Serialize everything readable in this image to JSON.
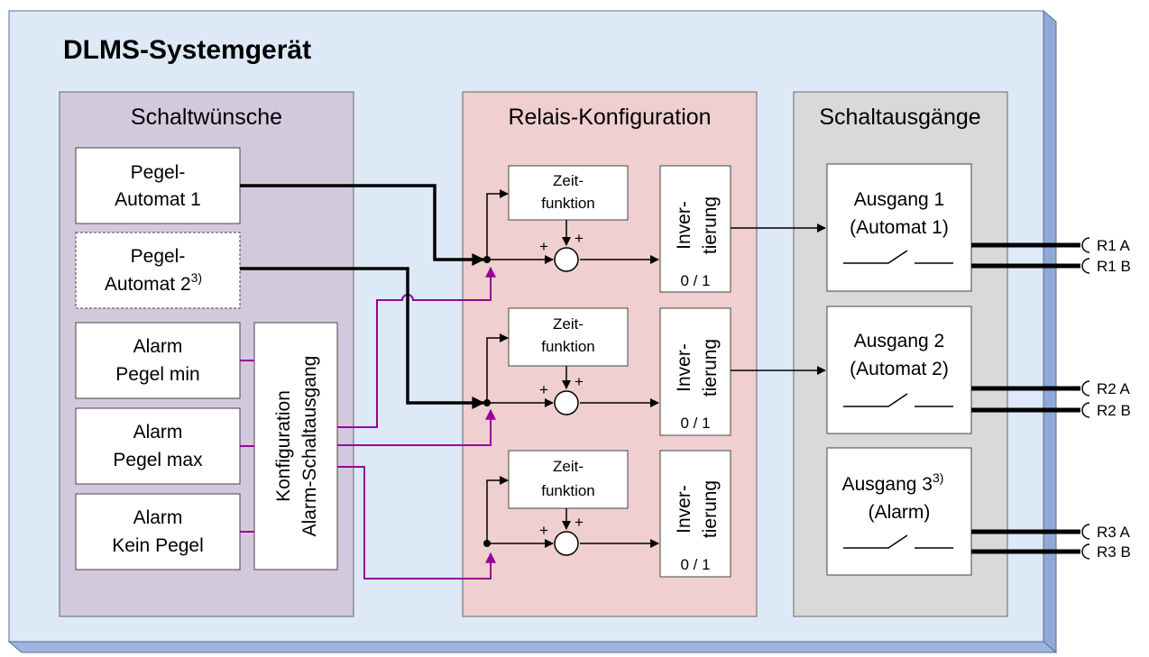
{
  "device": {
    "title": "DLMS-Systemgerät"
  },
  "sections": {
    "requests": {
      "header": "Schaltwünsche"
    },
    "relay": {
      "header": "Relais-Konfiguration"
    },
    "outputs": {
      "header": "Schaltausgänge"
    }
  },
  "requests": [
    {
      "line1": "Pegel-",
      "line2": "Automat 1",
      "sup": ""
    },
    {
      "line1": "Pegel-",
      "line2": "Automat 2",
      "sup": "3)"
    },
    {
      "line1": "Alarm",
      "line2": "Pegel min",
      "sup": ""
    },
    {
      "line1": "Alarm",
      "line2": "Pegel max",
      "sup": ""
    },
    {
      "line1": "Alarm",
      "line2": "Kein Pegel",
      "sup": ""
    }
  ],
  "alarm_config": {
    "line1": "Konfiguration",
    "line2": "Alarm-Schaltausgang"
  },
  "relay_units": [
    {
      "timer_line1": "Zeit-",
      "timer_line2": "funktion",
      "plus": "+",
      "inv_line1": "Inver-",
      "inv_line2": "tierung",
      "inv_value": "0 / 1"
    },
    {
      "timer_line1": "Zeit-",
      "timer_line2": "funktion",
      "plus": "+",
      "inv_line1": "Inver-",
      "inv_line2": "tierung",
      "inv_value": "0 / 1"
    },
    {
      "timer_line1": "Zeit-",
      "timer_line2": "funktion",
      "plus": "+",
      "inv_line1": "Inver-",
      "inv_line2": "tierung",
      "inv_value": "0 / 1"
    }
  ],
  "outputs": [
    {
      "line1": "Ausgang 1",
      "sup": "",
      "line2": "(Automat 1)",
      "terminal_a": "R1 A",
      "terminal_b": "R1 B"
    },
    {
      "line1": "Ausgang 2",
      "sup": "",
      "line2": "(Automat 2)",
      "terminal_a": "R2 A",
      "terminal_b": "R2 B"
    },
    {
      "line1": "Ausgang 3",
      "sup": "3)",
      "line2": "(Alarm)",
      "terminal_a": "R3 A",
      "terminal_b": "R3 B"
    }
  ],
  "colors": {
    "device_face": "#dde9f7",
    "device_edge": "#8fa8d8",
    "requests_bg": "#d3c9dd",
    "relay_bg": "#efcfcf",
    "outputs_bg": "#d9d9d9",
    "alarm_line": "#990099"
  }
}
